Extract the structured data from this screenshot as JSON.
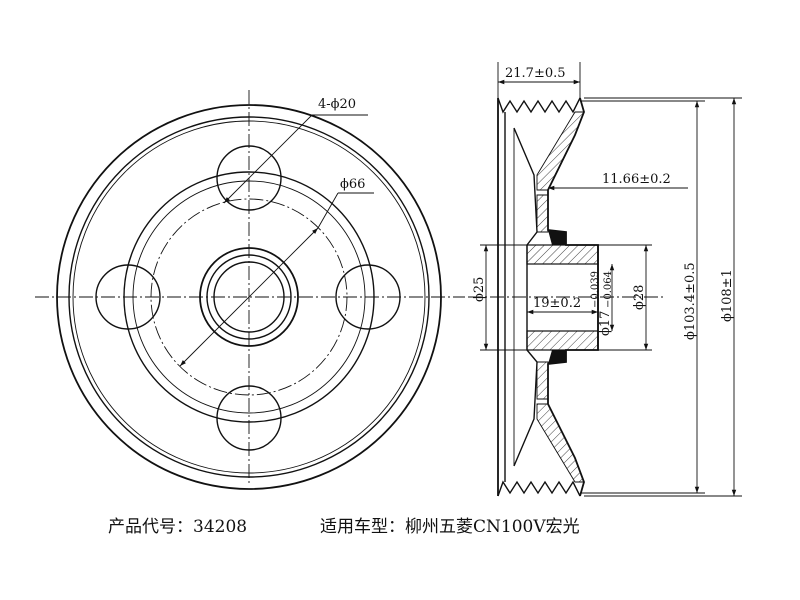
{
  "front_view": {
    "holes_label": "4-ϕ20",
    "bolt_circle_label": "ϕ66"
  },
  "section_view": {
    "width_label": "21.7±0.5",
    "offset_label": "11.66±0.2",
    "bore_label": "ϕ25",
    "hub_len_label": "19±0.2",
    "hub_dia_label": "ϕ28",
    "shaft_base": "ϕ17",
    "shaft_upper_tol": "−0.039",
    "shaft_lower_tol": "−0.064",
    "groove_dia_label": "ϕ103.4±0.5",
    "outer_dia_label": "ϕ108±1"
  },
  "caption": {
    "product_code": "产品代号：34208",
    "vehicle": "适用车型：柳州五菱CN100V宏光"
  }
}
